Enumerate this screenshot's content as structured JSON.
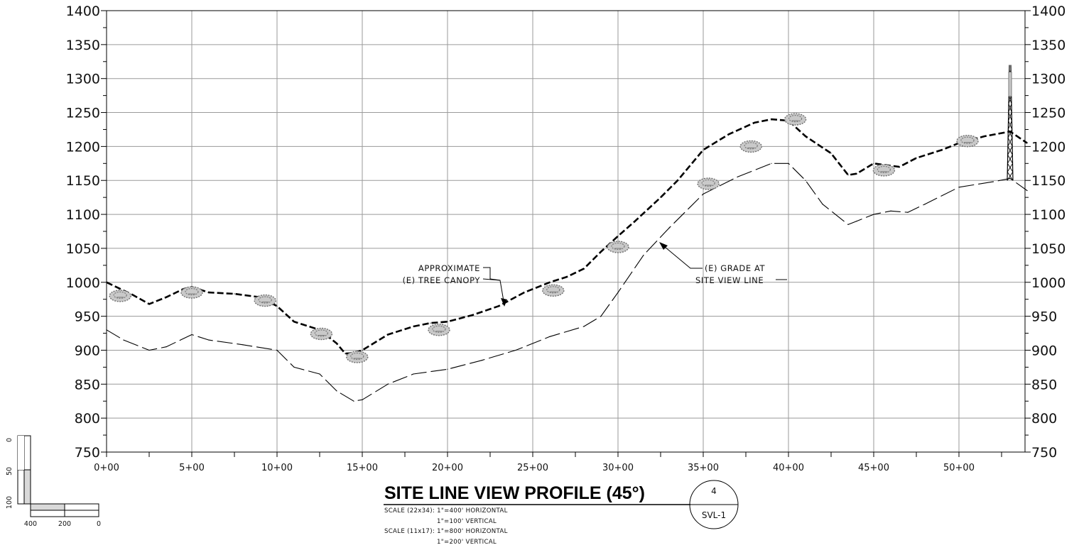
{
  "chart_data": {
    "type": "line",
    "title": "SITE LINE VIEW PROFILE (45°)",
    "xlim": [
      0,
      5400
    ],
    "ylim": [
      750,
      1400
    ],
    "x_ticks": [
      {
        "value": 0,
        "label": "0+00"
      },
      {
        "value": 500,
        "label": "5+00"
      },
      {
        "value": 1000,
        "label": "10+00"
      },
      {
        "value": 1500,
        "label": "15+00"
      },
      {
        "value": 2000,
        "label": "20+00"
      },
      {
        "value": 2500,
        "label": "25+00"
      },
      {
        "value": 3000,
        "label": "30+00"
      },
      {
        "value": 3500,
        "label": "35+00"
      },
      {
        "value": 4000,
        "label": "40+00"
      },
      {
        "value": 4500,
        "label": "45+00"
      },
      {
        "value": 5000,
        "label": "50+00"
      }
    ],
    "y_ticks": [
      750,
      800,
      850,
      900,
      950,
      1000,
      1050,
      1100,
      1150,
      1200,
      1250,
      1300,
      1350,
      1400
    ],
    "grid": true,
    "series": [
      {
        "name": "APPROXIMATE (E) TREE CANOPY",
        "style": "bold-dashed",
        "x": [
          0,
          150,
          250,
          350,
          450,
          500,
          600,
          750,
          900,
          1000,
          1100,
          1250,
          1350,
          1400,
          1450,
          1500,
          1650,
          1800,
          1900,
          2000,
          2150,
          2300,
          2450,
          2600,
          2700,
          2800,
          2900,
          3000,
          3100,
          3250,
          3350,
          3500,
          3650,
          3800,
          3900,
          4000,
          4100,
          4250,
          4350,
          4400,
          4500,
          4650,
          4750,
          4900,
          5000,
          5150,
          5300,
          5400
        ],
        "y": [
          1000,
          982,
          968,
          978,
          990,
          993,
          985,
          983,
          978,
          965,
          942,
          930,
          910,
          895,
          896,
          900,
          923,
          935,
          940,
          942,
          952,
          965,
          985,
          1000,
          1008,
          1020,
          1045,
          1068,
          1090,
          1125,
          1150,
          1195,
          1218,
          1235,
          1240,
          1238,
          1215,
          1190,
          1158,
          1160,
          1175,
          1170,
          1183,
          1195,
          1205,
          1215,
          1222,
          1205
        ]
      },
      {
        "name": "(E) GRADE AT SITE VIEW LINE",
        "style": "thin-dashed",
        "x": [
          0,
          100,
          250,
          350,
          500,
          600,
          800,
          1000,
          1100,
          1250,
          1350,
          1450,
          1500,
          1650,
          1800,
          2000,
          2200,
          2400,
          2600,
          2800,
          2900,
          3000,
          3150,
          3300,
          3500,
          3700,
          3900,
          4000,
          4100,
          4200,
          4350,
          4400,
          4500,
          4600,
          4700,
          4800,
          5000,
          5200,
          5300,
          5400
        ],
        "y": [
          930,
          915,
          900,
          905,
          923,
          915,
          908,
          900,
          875,
          865,
          840,
          825,
          827,
          850,
          865,
          872,
          885,
          900,
          920,
          935,
          950,
          985,
          1040,
          1080,
          1130,
          1155,
          1175,
          1175,
          1150,
          1115,
          1085,
          1090,
          1100,
          1105,
          1103,
          1115,
          1140,
          1148,
          1153,
          1135
        ]
      }
    ],
    "trees": [
      {
        "x": 80,
        "y": 980
      },
      {
        "x": 500,
        "y": 985
      },
      {
        "x": 930,
        "y": 973
      },
      {
        "x": 1260,
        "y": 924
      },
      {
        "x": 1470,
        "y": 890
      },
      {
        "x": 1950,
        "y": 930
      },
      {
        "x": 2620,
        "y": 988
      },
      {
        "x": 3000,
        "y": 1052
      },
      {
        "x": 3530,
        "y": 1145
      },
      {
        "x": 3780,
        "y": 1200
      },
      {
        "x": 4040,
        "y": 1240
      },
      {
        "x": 4560,
        "y": 1165
      },
      {
        "x": 5050,
        "y": 1208
      }
    ],
    "tower": {
      "x": 5300,
      "base_y": 1150,
      "top_y": 1320
    },
    "annotations": [
      {
        "lines": [
          "APPROXIMATE",
          "(E) TREE CANOPY"
        ]
      },
      {
        "lines": [
          "(E) GRADE AT",
          "SITE VIEW LINE"
        ]
      }
    ]
  },
  "drawing_tag": {
    "number": "4",
    "sheet": "SVL-1"
  },
  "scale_notes": [
    "SCALE (22x34):  1\"=400' HORIZONTAL",
    "1\"=100' VERTICAL",
    "SCALE (11x17):  1\"=800' HORIZONTAL",
    "1\"=200' VERTICAL"
  ],
  "scale_bar": {
    "vertical_labels": [
      "0",
      "50",
      "100"
    ],
    "horizontal_labels": [
      "400",
      "200",
      "0"
    ]
  }
}
